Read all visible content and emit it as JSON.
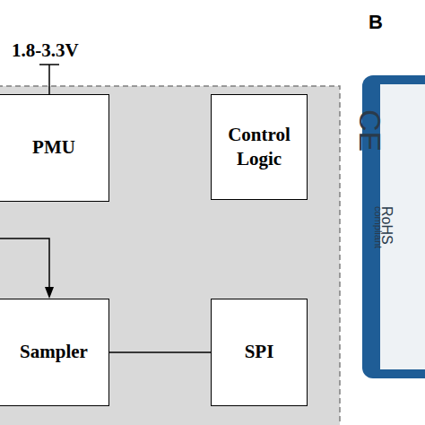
{
  "diagram": {
    "nodes": [
      {
        "text": [
          "PMU"
        ]
      },
      {
        "text": [
          "Control Logic"
        ]
      },
      {
        "text": [
          "Sampler"
        ]
      },
      {
        "text": [
          "SPI"
        ]
      }
    ],
    "edges": [
      {
        "from": 2,
        "to": 3,
        "arrow": "none"
      }
    ],
    "labels": [
      "1.8-3.3V",
      "B",
      "CE",
      "RoHS",
      "compliant"
    ]
  }
}
